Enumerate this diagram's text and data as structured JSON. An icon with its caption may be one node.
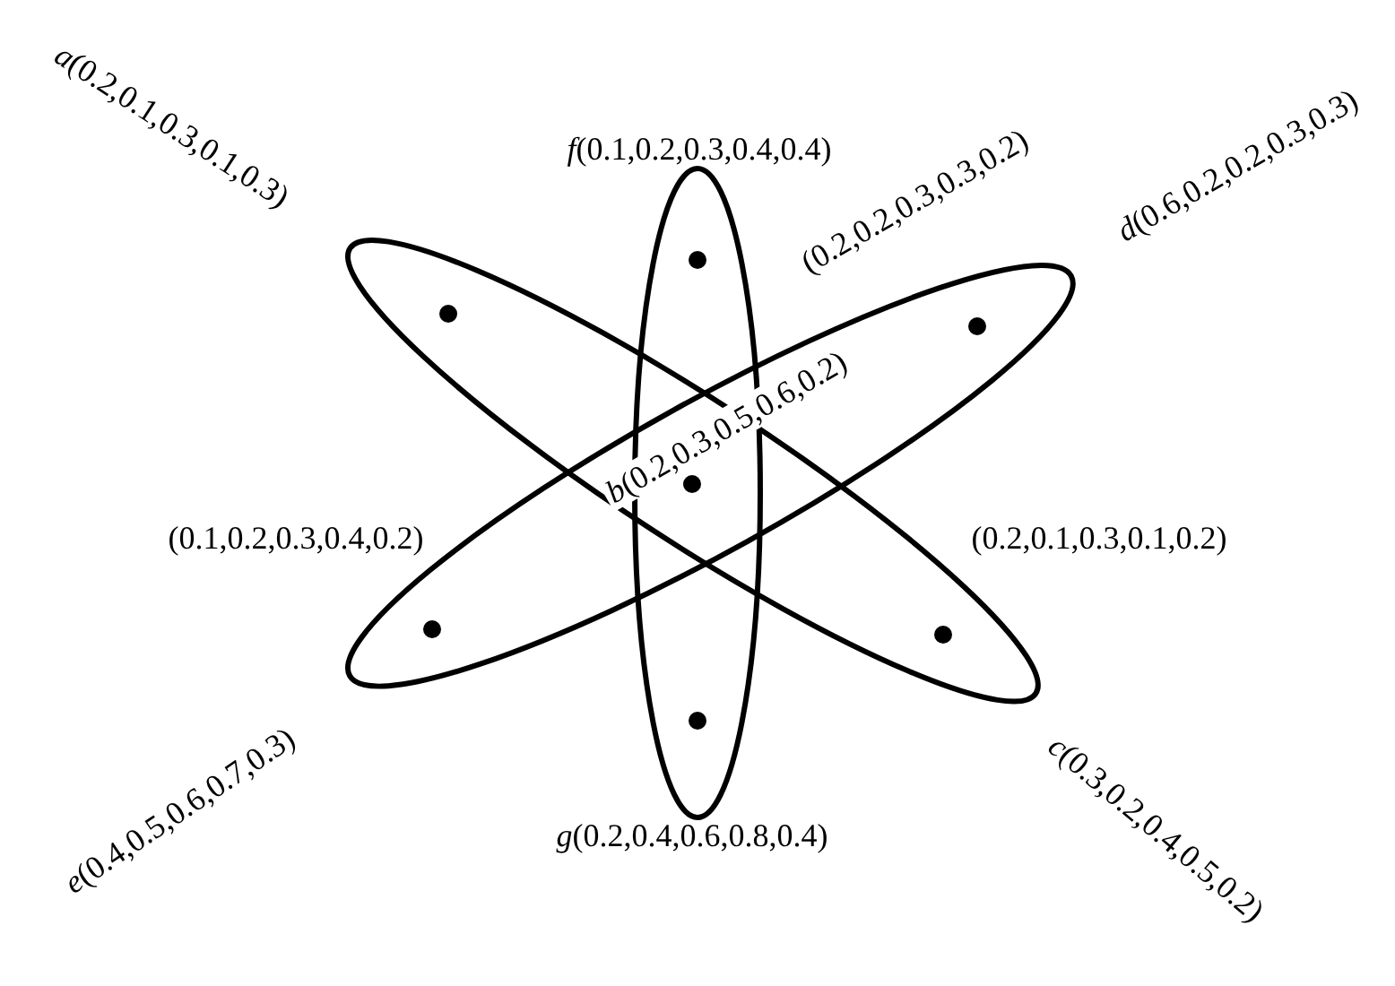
{
  "diagram": {
    "nodes": [
      {
        "text": [],
        "shape": "ellipse"
      },
      {
        "text": [],
        "shape": "ellipse"
      },
      {
        "text": [],
        "shape": "ellipse"
      },
      {
        "text": [],
        "shape": "circle",
        "in": 0
      },
      {
        "text": [],
        "shape": "circle",
        "in": 1
      },
      {
        "text": [],
        "shape": "circle",
        "in": 2
      },
      {
        "text": [],
        "shape": "circle"
      },
      {
        "text": [],
        "shape": "circle",
        "in": 2
      },
      {
        "text": [],
        "shape": "circle",
        "in": 0
      },
      {
        "text": [],
        "shape": "circle",
        "in": 1
      }
    ],
    "labels": [
      "*a*(0.2,0.1,0.3,0.1,0.3)",
      "*f*(0.1,0.2,0.3,0.4,0.4)",
      "(0.2,0.2,0.3,0.3,0.2)",
      "*d*(0.6,0.2,0.2,0.3,0.3)",
      "*b*(0.2,0.3,0.5,0.6,0.2)",
      "(0.1,0.2,0.3,0.4,0.2)",
      "(0.2,0.1,0.3,0.1,0.2)",
      "*e*(0.4,0.5,0.6,0.7,0.3)",
      "*g*(0.2,0.4,0.6,0.8,0.4)",
      "*c*(0.3,0.2,0.4,0.5,0.2)"
    ]
  }
}
